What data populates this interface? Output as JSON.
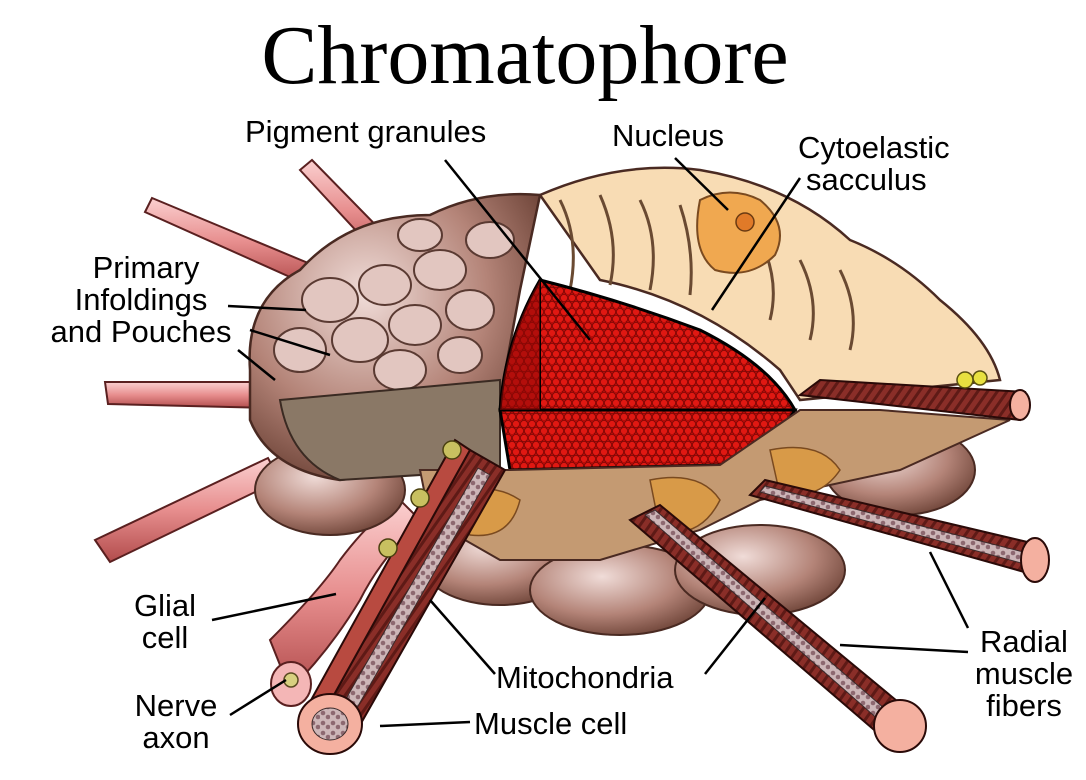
{
  "title": "Chromatophore",
  "labels": {
    "pigment_granules": "Pigment granules",
    "nucleus": "Nucleus",
    "cytoelastic_sacculus": [
      "Cytoelastic",
      "sacculus"
    ],
    "primary_infoldings": [
      "Primary",
      "Infoldings",
      "and Pouches"
    ],
    "glial_cell": [
      "Glial",
      "cell"
    ],
    "nerve_axon": [
      "Nerve",
      "axon"
    ],
    "mitochondria": "Mitochondria",
    "muscle_cell": "Muscle cell",
    "radial_muscle_fibers": [
      "Radial",
      "muscle",
      "fibers"
    ]
  },
  "colors": {
    "pigment_red": "#c8100c",
    "pigment_dark": "#8e0806",
    "membrane_brown": "#9c7464",
    "membrane_light": "#d9bcb0",
    "sacculus_cream": "#f8dcb4",
    "nucleus_orange": "#f0a850",
    "muscle_dark": "#7a2a26",
    "nerve_pink": "#f0a4a4",
    "tissue_tan": "#c49a72"
  }
}
